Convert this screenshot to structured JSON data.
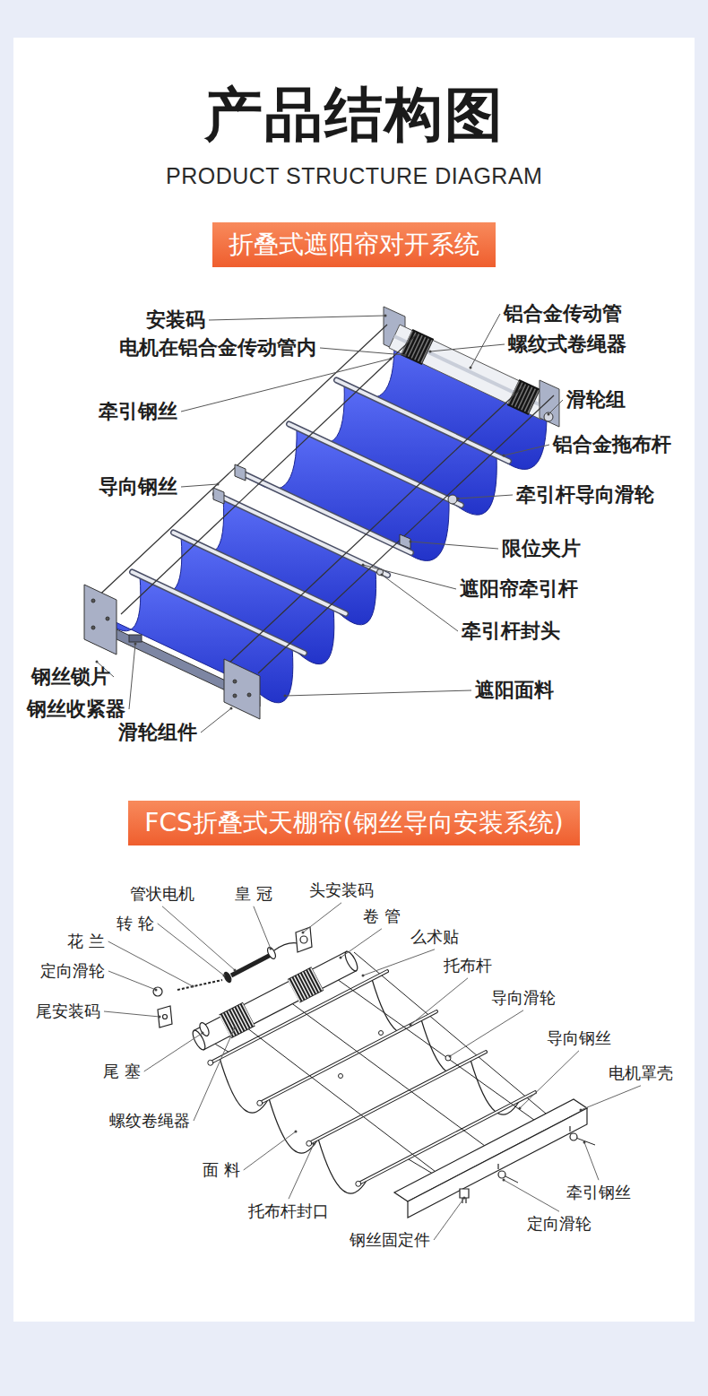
{
  "diagram": {
    "title": "产品结构图",
    "nodes": [
      {
        "text": [
          "折叠式遮阳帘对开系统"
        ]
      },
      {
        "text": [
          "FCS折叠式天棚帘(钢丝导向安装系统)"
        ]
      }
    ],
    "labels": [
      "PRODUCT STRUCTURE DIAGRAM",
      "安装码",
      "铝合金传动管",
      "电机在铝合金传动管内",
      "螺纹式卷绳器",
      "滑轮组",
      "牵引钢丝",
      "铝合金拖布杆",
      "导向钢丝",
      "牵引杆导向滑轮",
      "限位夹片",
      "遮阳帘牵引杆",
      "牵引杆封头",
      "钢丝锁片",
      "遮阳面料",
      "钢丝收紧器",
      "滑轮组件",
      "管状电机",
      "皇 冠",
      "头安装码",
      "转 轮",
      "卷 管",
      "花 兰",
      "么术贴",
      "定向滑轮",
      "托布杆",
      "尾安装码",
      "导向滑轮",
      "导向钢丝",
      "尾 塞",
      "电机罩壳",
      "螺纹卷绳器",
      "面 料",
      "牵引钢丝",
      "托布杆封口",
      "钢丝固定件",
      "定向滑轮"
    ]
  }
}
